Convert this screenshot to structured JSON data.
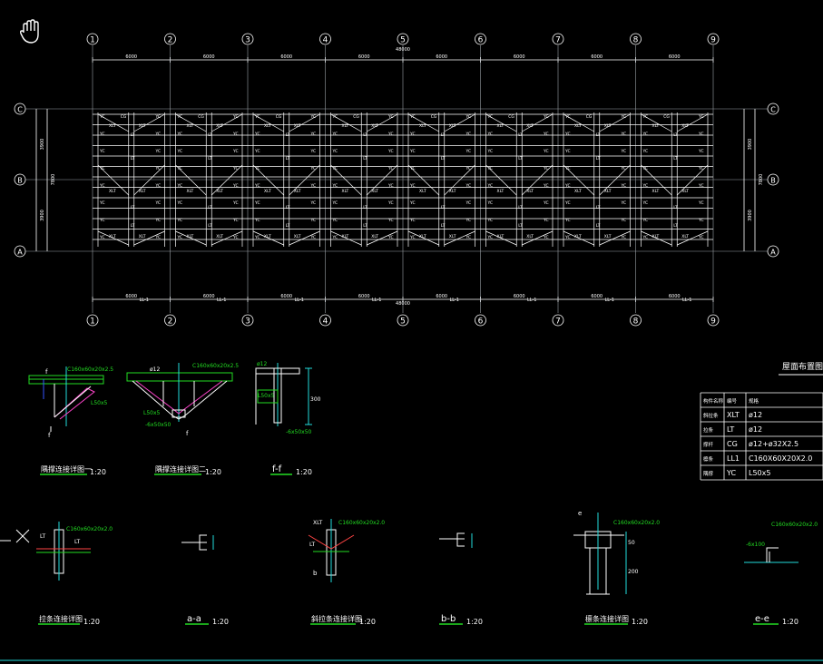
{
  "colors": {
    "background": "#000000",
    "white": "#ffffff",
    "grid_axis": "#9aa0a6",
    "green": "#22dd22",
    "cyan": "#22dddd",
    "magenta": "#ff44cc",
    "red": "#ff4444",
    "blue": "#3355ff",
    "yellow": "#dddd22"
  },
  "cursor": {
    "icon": "hand-pan-icon"
  },
  "plan": {
    "column_axes": [
      "1",
      "2",
      "3",
      "4",
      "5",
      "6",
      "7",
      "8",
      "9"
    ],
    "row_axes": [
      "C",
      "B",
      "A"
    ],
    "bay_dim": "6000",
    "total_dim": "48000",
    "bottom_beam": "LL-1",
    "left_dims": [
      "3900",
      "7800",
      "3900"
    ],
    "member_labels": {
      "brace": "XLT",
      "tie": "LT",
      "strut": "YC",
      "cg": "CG"
    }
  },
  "schedule": {
    "title": "屋面布置图",
    "headers": [
      "构件名称",
      "编号",
      "规格"
    ],
    "rows": [
      [
        "斜拉条",
        "XLT",
        "ø12"
      ],
      [
        "拉条",
        "LT",
        "ø12"
      ],
      [
        "撑杆",
        "CG",
        "ø12+ø32X2.5"
      ],
      [
        "檩条",
        "LL1",
        "C160X60X20X2.0"
      ],
      [
        "隅撑",
        "YC",
        "L50x5"
      ]
    ]
  },
  "details": {
    "d1": {
      "title": "隅撑连接详图一",
      "scale": "1:20",
      "purlin": "C160x60x20x2.5",
      "angle": "L50x5",
      "mark": "f"
    },
    "d2": {
      "title": "隅撑连接详图二",
      "scale": "1:20",
      "purlin": "C160x60x20x2.5",
      "rod": "ø12",
      "angle": "L50x5",
      "plate": "-6x50x50",
      "mark": "f"
    },
    "ff": {
      "title": "f-f",
      "scale": "1:20",
      "plate": "-6x50x50",
      "angle": "L50x5",
      "rod": "ø12",
      "dim": "300"
    },
    "d3": {
      "title": "拉条连接详图",
      "scale": "1:20",
      "purlin": "C160x60x20x2.0",
      "rod1": "LT",
      "rod2": "LT"
    },
    "aa": {
      "title": "a-a",
      "scale": "1:20"
    },
    "d4": {
      "title": "斜拉条连接详图",
      "scale": "1:20",
      "purlin": "C160x60x20x2.0",
      "rod1": "XLT",
      "rod2": "LT",
      "mark": "b"
    },
    "bb": {
      "title": "b-b",
      "scale": "1:20"
    },
    "d5": {
      "title": "檩条连接详图",
      "scale": "1:20",
      "purlin": "C160x60x20x2.0",
      "mark": "e",
      "dim1": "50",
      "dim2": "200"
    },
    "ee": {
      "title": "e-e",
      "scale": "1:20",
      "purlin": "C160x60x20x2.0",
      "plate": "-6x100"
    }
  }
}
